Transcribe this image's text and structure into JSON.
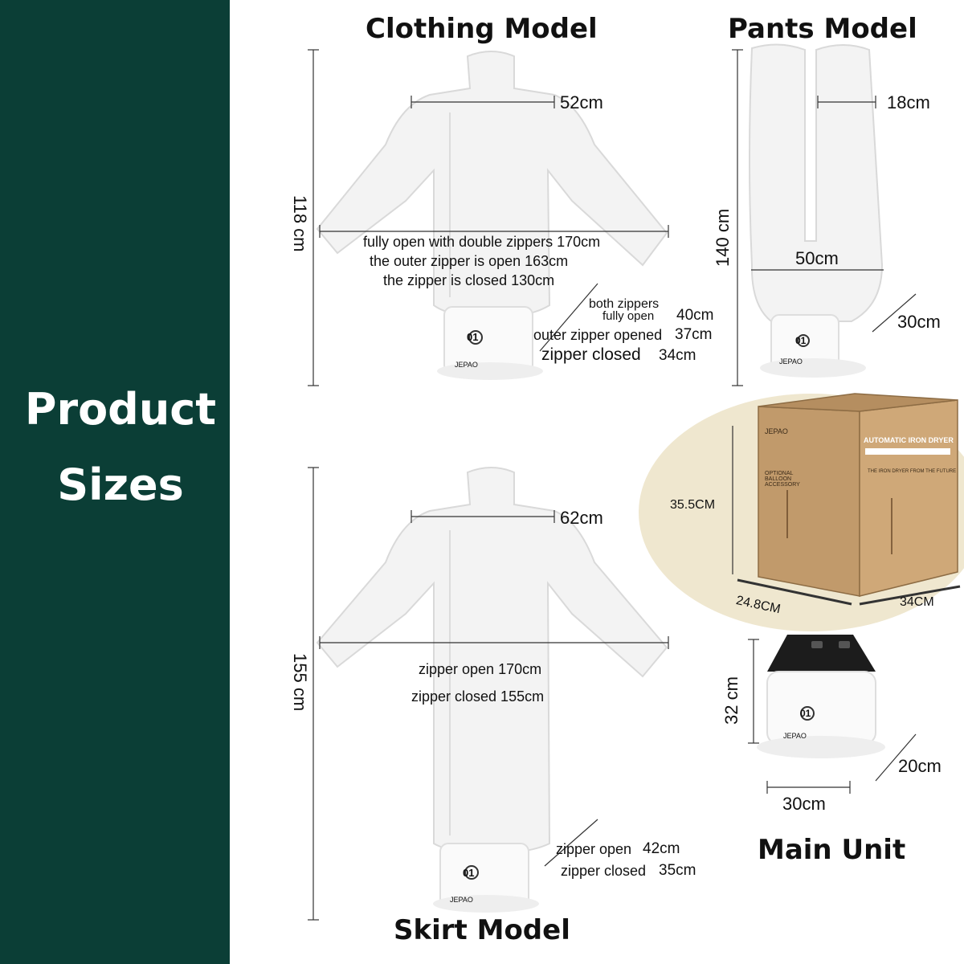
{
  "sidebar": {
    "title_line1": "Product",
    "title_line2": "Sizes",
    "bg_color": "#0b3e36"
  },
  "clothing": {
    "heading": "Clothing Model",
    "shoulder": "52cm",
    "height": "118 cm",
    "span_open_double": "fully open with double zippers 170cm",
    "span_outer_open": "the outer zipper is open 163cm",
    "span_closed": "the zipper is closed 130cm",
    "depth_both_line1": "both zippers",
    "depth_both_line2": "fully open",
    "depth_both_value": "40cm",
    "depth_outer": "outer zipper opened",
    "depth_outer_value": "37cm",
    "depth_closed": "zipper closed",
    "depth_closed_value": "34cm"
  },
  "pants": {
    "heading": "Pants Model",
    "leg_width": "18cm",
    "height": "140 cm",
    "width": "50cm",
    "depth": "30cm"
  },
  "box": {
    "height": "35.5CM",
    "depth": "24.8CM",
    "width": "34CM",
    "brand": "JEPAO",
    "product_name": "AUTOMATIC IRON DRYER",
    "slogan": "THE IRON DRYER FROM THE FUTURE",
    "accessory_text": "OPTIONAL BALLOON ACCESSORY"
  },
  "main_unit": {
    "heading": "Main Unit",
    "height": "32 cm",
    "depth": "20cm",
    "width": "30cm"
  },
  "skirt": {
    "heading": "Skirt Model",
    "shoulder": "62cm",
    "height": "155 cm",
    "span_open": "zipper open 170cm",
    "span_closed": "zipper closed 155cm",
    "depth_open": "zipper open",
    "depth_open_value": "42cm",
    "depth_closed": "zipper closed",
    "depth_closed_value": "35cm"
  },
  "base_unit": {
    "brand": "JEPAO",
    "display_digits": "01"
  }
}
